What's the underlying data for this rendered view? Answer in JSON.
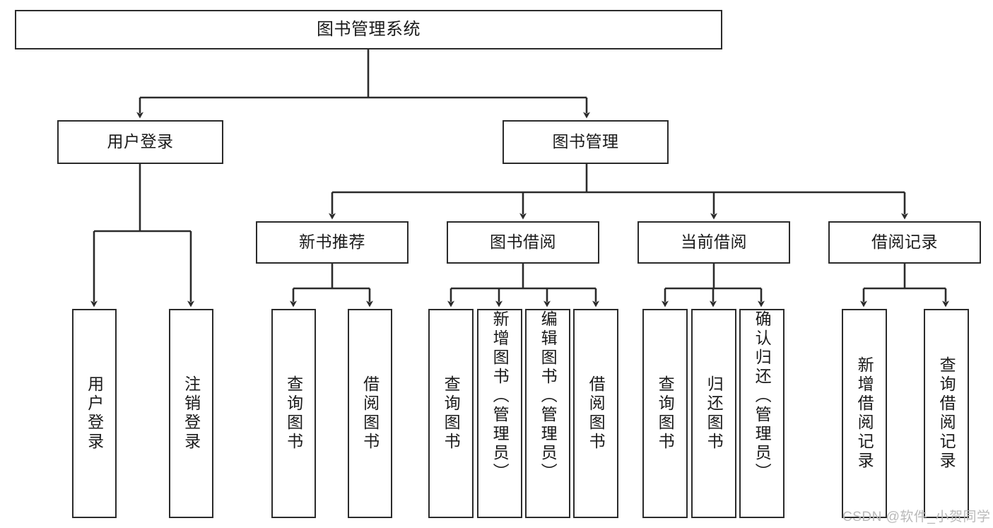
{
  "diagram": {
    "title": "图书管理系统",
    "type": "tree-hierarchy",
    "colors": {
      "box_border": "#2b2b2b",
      "box_fill": "#ffffff",
      "edge": "#2b2b2b",
      "text": "#1a1a1a",
      "watermark": "#b9b9b9",
      "background": "#ffffff"
    },
    "root": {
      "label": "图书管理系统"
    },
    "level2": [
      {
        "label": "用户登录"
      },
      {
        "label": "图书管理"
      }
    ],
    "level3": [
      {
        "label": "新书推荐"
      },
      {
        "label": "图书借阅"
      },
      {
        "label": "当前借阅"
      },
      {
        "label": "借阅记录"
      }
    ],
    "leaves": {
      "user_login": [
        {
          "label": "用户登录"
        },
        {
          "label": "注销登录"
        }
      ],
      "new_book_recommend": [
        {
          "label": "查询图书"
        },
        {
          "label": "借阅图书"
        }
      ],
      "book_borrow": [
        {
          "label": "查询图书"
        },
        {
          "label": "新增图书（管理员）"
        },
        {
          "label": "编辑图书（管理员）"
        },
        {
          "label": "借阅图书"
        }
      ],
      "current_borrow": [
        {
          "label": "查询图书"
        },
        {
          "label": "归还图书"
        },
        {
          "label": "确认归还（管理员）"
        }
      ],
      "borrow_records": [
        {
          "label": "新增借阅记录"
        },
        {
          "label": "查询借阅记录"
        }
      ]
    },
    "watermark": "CSDN @软件_小贺同学"
  }
}
